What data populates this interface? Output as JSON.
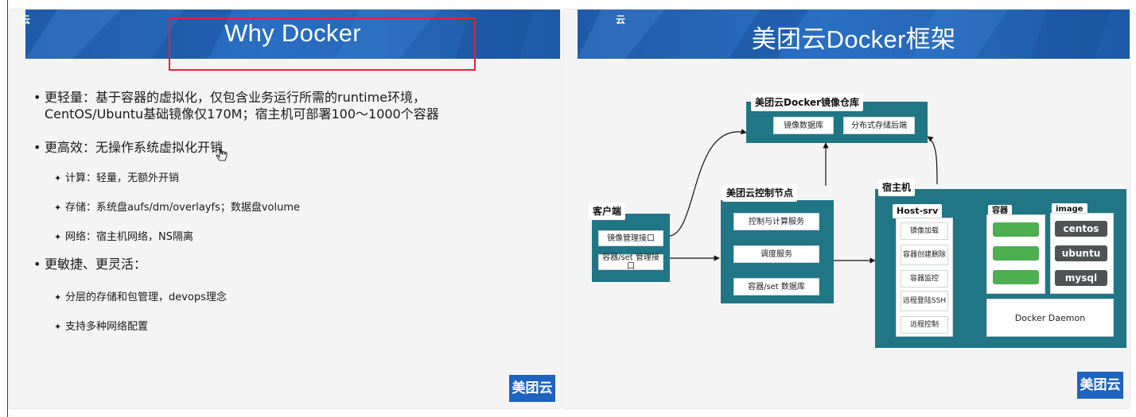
{
  "left_slide": {
    "title": "Why Docker",
    "corner_logo": "云",
    "brand": "美团云",
    "bullets": [
      {
        "line1": "更轻量：基于容器的虚拟化，仅包含业务运行所需的runtime环境，",
        "line2": "CentOS/Ubuntu基础镜像仅170M；宿主机可部署100～1000个容器"
      },
      {
        "line1": "更高效：无操作系统虚拟化开销",
        "line2": ""
      },
      {
        "line1": "更敏捷、更灵活：",
        "line2": ""
      }
    ],
    "sub_bullets_a": [
      "计算：轻量，无额外开销",
      "存储：系统盘aufs/dm/overlayfs；数据盘volume",
      "网络：宿主机网络，NS隔离"
    ],
    "sub_bullets_b": [
      "分层的存储和包管理，devops理念",
      "支持多种网络配置"
    ],
    "bullet_marker": "•",
    "sub_marker": "✦"
  },
  "right_slide": {
    "title": "美团云Docker框架",
    "corner_logo": "云",
    "brand": "美团云",
    "registry": {
      "title": "美团云Docker镜像仓库",
      "items": [
        "镜像数据库",
        "分布式存储后端"
      ]
    },
    "client": {
      "title": "客户端",
      "items": [
        "镜像管理接口",
        "容器/set 管理接口"
      ]
    },
    "control": {
      "title": "美团云控制节点",
      "items": [
        "控制与计算服务",
        "调度服务",
        "容器/set 数据库"
      ]
    },
    "host": {
      "title": "宿主机",
      "host_srv": {
        "title": "Host-srv",
        "items": [
          "镜像加载",
          "容器创建删除",
          "容器监控",
          "远程登陆SSH",
          "远程控制"
        ]
      },
      "containers_label": "容器",
      "image_label": "image",
      "images": [
        "centos",
        "ubuntu",
        "mysql"
      ],
      "daemon": "Docker Daemon"
    }
  },
  "colors": {
    "banner": "#2366b8",
    "teal": "#217686",
    "container_green": "#4caf50",
    "brand_blue": "#1f63c0",
    "highlight_red": "#e3262a"
  }
}
